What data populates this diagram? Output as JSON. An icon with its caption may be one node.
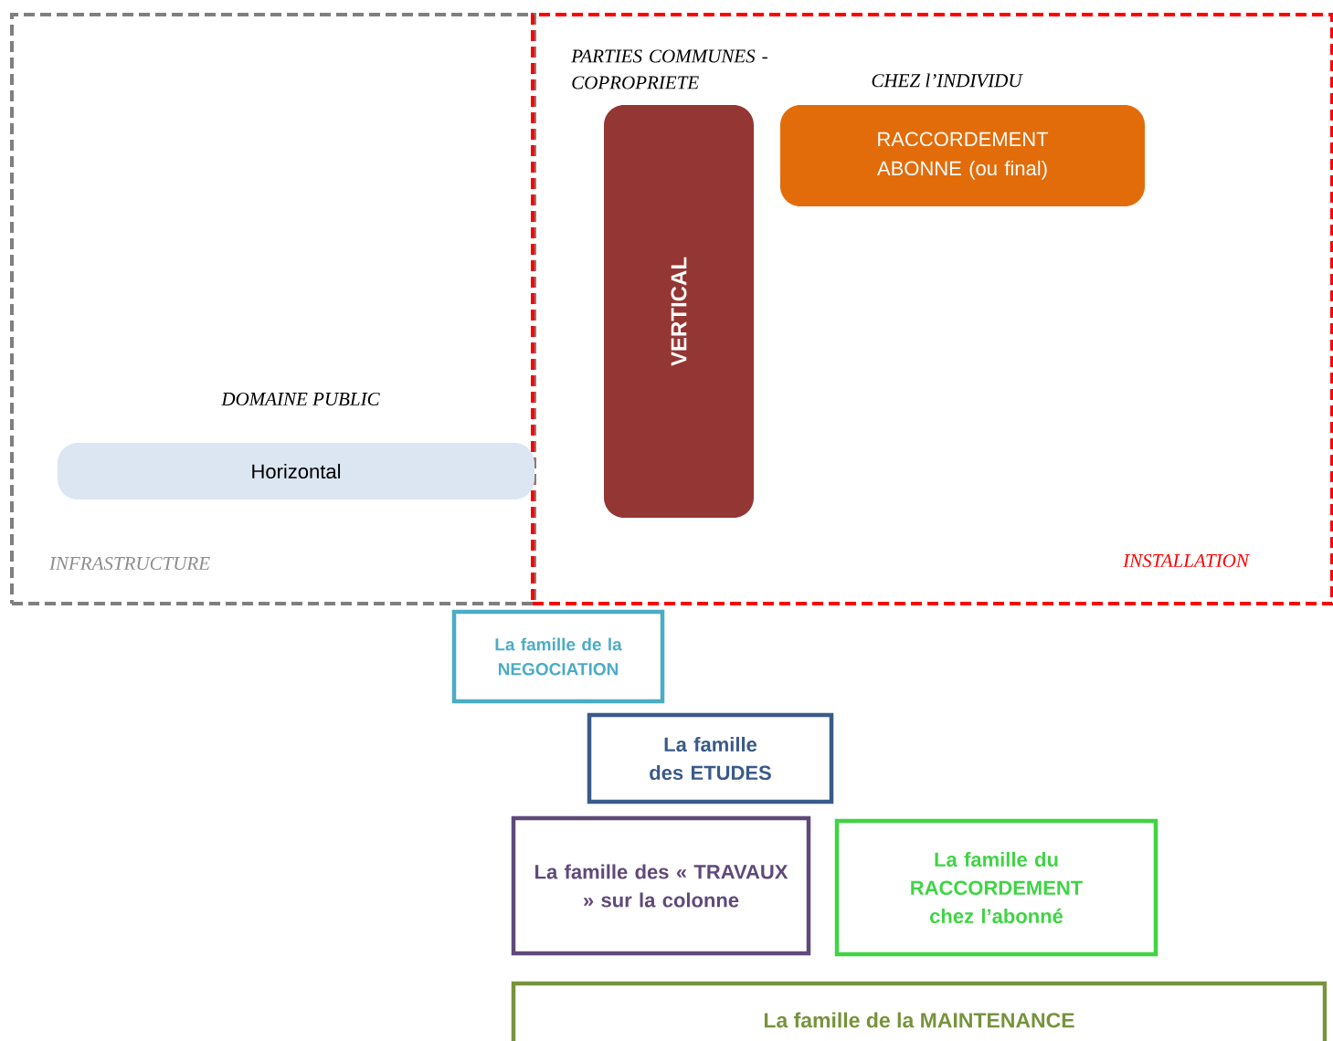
{
  "diagram": {
    "nodes": [
      {
        "text": [
          "DOMAINE PUBLIC",
          "INFRASTRUCTURE"
        ]
      },
      {
        "text": [
          "PARTIES COMMUNES - COPROPRIETE",
          "CHEZ l’INDIVIDU",
          "INSTALLATION"
        ]
      },
      {
        "text": [
          "Horizontal"
        ],
        "in": 0
      },
      {
        "text": [
          "VERTICAL"
        ],
        "in": 1
      },
      {
        "text": [
          "RACCORDEMENT ABONNE (ou final)"
        ],
        "in": 1
      },
      {
        "text": [
          "La famille de la NEGOCIATION"
        ]
      },
      {
        "text": [
          "La famille des ETUDES"
        ]
      },
      {
        "text": [
          "La famille des « TRAVAUX » sur la colonne"
        ]
      },
      {
        "text": [
          "La famille du RACCORDEMENT chez l’abonné"
        ]
      },
      {
        "text": [
          "La famille de la  MAINTENANCE"
        ]
      }
    ],
    "edges": []
  }
}
